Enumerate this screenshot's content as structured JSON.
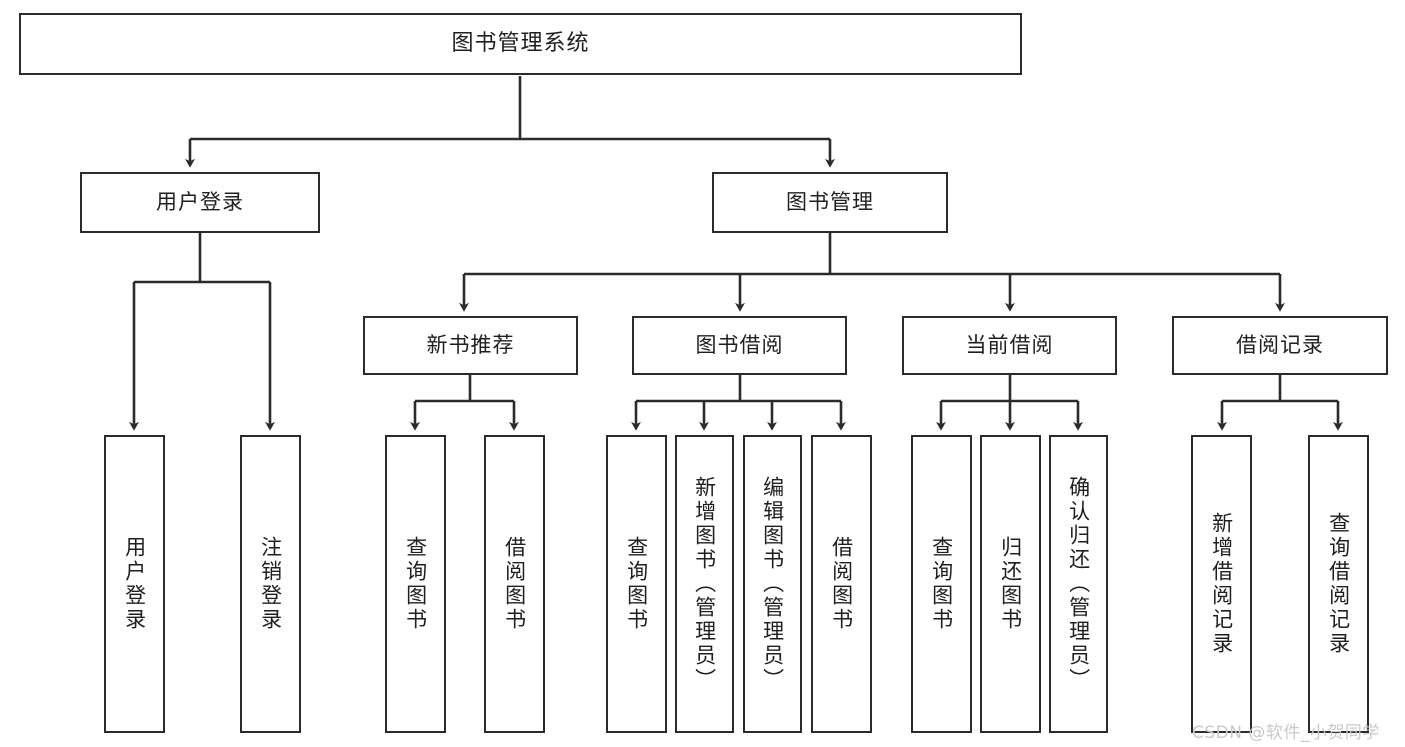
{
  "diagram": {
    "title": "图书管理系统",
    "type": "tree-hierarchy-diagram",
    "colors": {
      "box_border": "#2b2b2b",
      "box_fill": "#ffffff",
      "edge": "#2b2b2b",
      "text": "#1f1f1f",
      "watermark": "#c9c9c9"
    },
    "nodes": {
      "root": {
        "label": "图书管理系统"
      },
      "level2": [
        {
          "id": "user-login",
          "label": "用户登录"
        },
        {
          "id": "book-management",
          "label": "图书管理"
        }
      ],
      "level3": [
        {
          "id": "new-book-recommend",
          "label": "新书推荐"
        },
        {
          "id": "book-borrow",
          "label": "图书借阅"
        },
        {
          "id": "current-borrow",
          "label": "当前借阅"
        },
        {
          "id": "borrow-record",
          "label": "借阅记录"
        }
      ],
      "leaves": {
        "user-login": [
          {
            "id": "leaf-user-login",
            "label": "用户登录"
          },
          {
            "id": "leaf-user-logout",
            "label": "注销登录"
          }
        ],
        "new-book-recommend": [
          {
            "id": "leaf-query-book-1",
            "label": "查询图书"
          },
          {
            "id": "leaf-borrow-book-1",
            "label": "借阅图书"
          }
        ],
        "book-borrow": [
          {
            "id": "leaf-query-book-2",
            "label": "查询图书"
          },
          {
            "id": "leaf-add-book",
            "label": "新增图书（管理员）"
          },
          {
            "id": "leaf-edit-book",
            "label": "编辑图书（管理员）"
          },
          {
            "id": "leaf-borrow-book-2",
            "label": "借阅图书"
          }
        ],
        "current-borrow": [
          {
            "id": "leaf-query-book-3",
            "label": "查询图书"
          },
          {
            "id": "leaf-return-book",
            "label": "归还图书"
          },
          {
            "id": "leaf-confirm-return",
            "label": "确认归还（管理员）"
          }
        ],
        "borrow-record": [
          {
            "id": "leaf-add-record",
            "label": "新增借阅记录"
          },
          {
            "id": "leaf-query-record",
            "label": "查询借阅记录"
          }
        ]
      }
    },
    "watermark": "CSDN @软件_小贺同学"
  }
}
